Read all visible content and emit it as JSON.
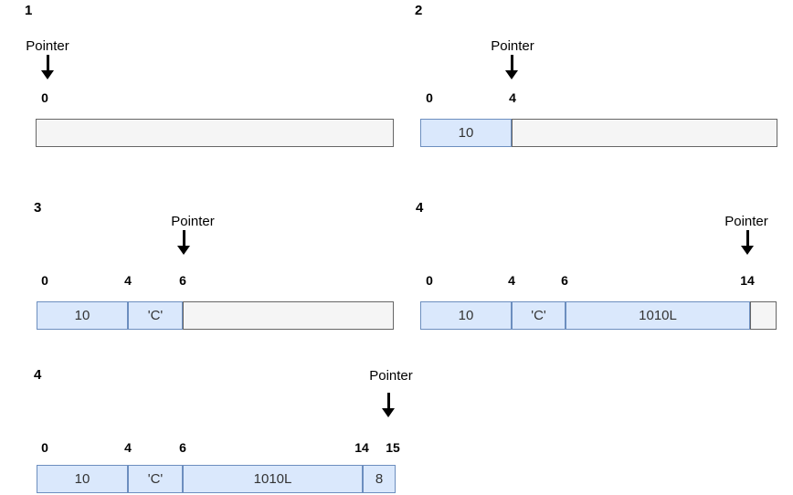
{
  "colors": {
    "filled_cell_fill": "#dae8fc",
    "filled_cell_border": "#6c8ebf",
    "empty_cell_fill": "#f5f5f5",
    "empty_cell_border": "#666666",
    "arrow": "#000000",
    "cell_text": "#333333",
    "label_text": "#000000"
  },
  "panels": [
    {
      "step": "1",
      "pointer_label": "Pointer",
      "pointer_at": "0",
      "ruler": [
        "0"
      ],
      "cells": [
        {
          "value": "",
          "state": "empty"
        }
      ]
    },
    {
      "step": "2",
      "pointer_label": "Pointer",
      "pointer_at": "4",
      "ruler": [
        "0",
        "4"
      ],
      "cells": [
        {
          "value": "10",
          "state": "filled"
        },
        {
          "value": "",
          "state": "empty"
        }
      ]
    },
    {
      "step": "3",
      "pointer_label": "Pointer",
      "pointer_at": "6",
      "ruler": [
        "0",
        "4",
        "6"
      ],
      "cells": [
        {
          "value": "10",
          "state": "filled"
        },
        {
          "value": "'C'",
          "state": "filled"
        },
        {
          "value": "",
          "state": "empty"
        }
      ]
    },
    {
      "step": "4",
      "pointer_label": "Pointer",
      "pointer_at": "14",
      "ruler": [
        "0",
        "4",
        "6",
        "14"
      ],
      "cells": [
        {
          "value": "10",
          "state": "filled"
        },
        {
          "value": "'C'",
          "state": "filled"
        },
        {
          "value": "1010L",
          "state": "filled"
        },
        {
          "value": "",
          "state": "empty"
        }
      ]
    },
    {
      "step": "4",
      "pointer_label": "Pointer",
      "pointer_at": "15",
      "ruler": [
        "0",
        "4",
        "6",
        "14",
        "15"
      ],
      "cells": [
        {
          "value": "10",
          "state": "filled"
        },
        {
          "value": "'C'",
          "state": "filled"
        },
        {
          "value": "1010L",
          "state": "filled"
        },
        {
          "value": "8",
          "state": "filled"
        }
      ]
    }
  ]
}
